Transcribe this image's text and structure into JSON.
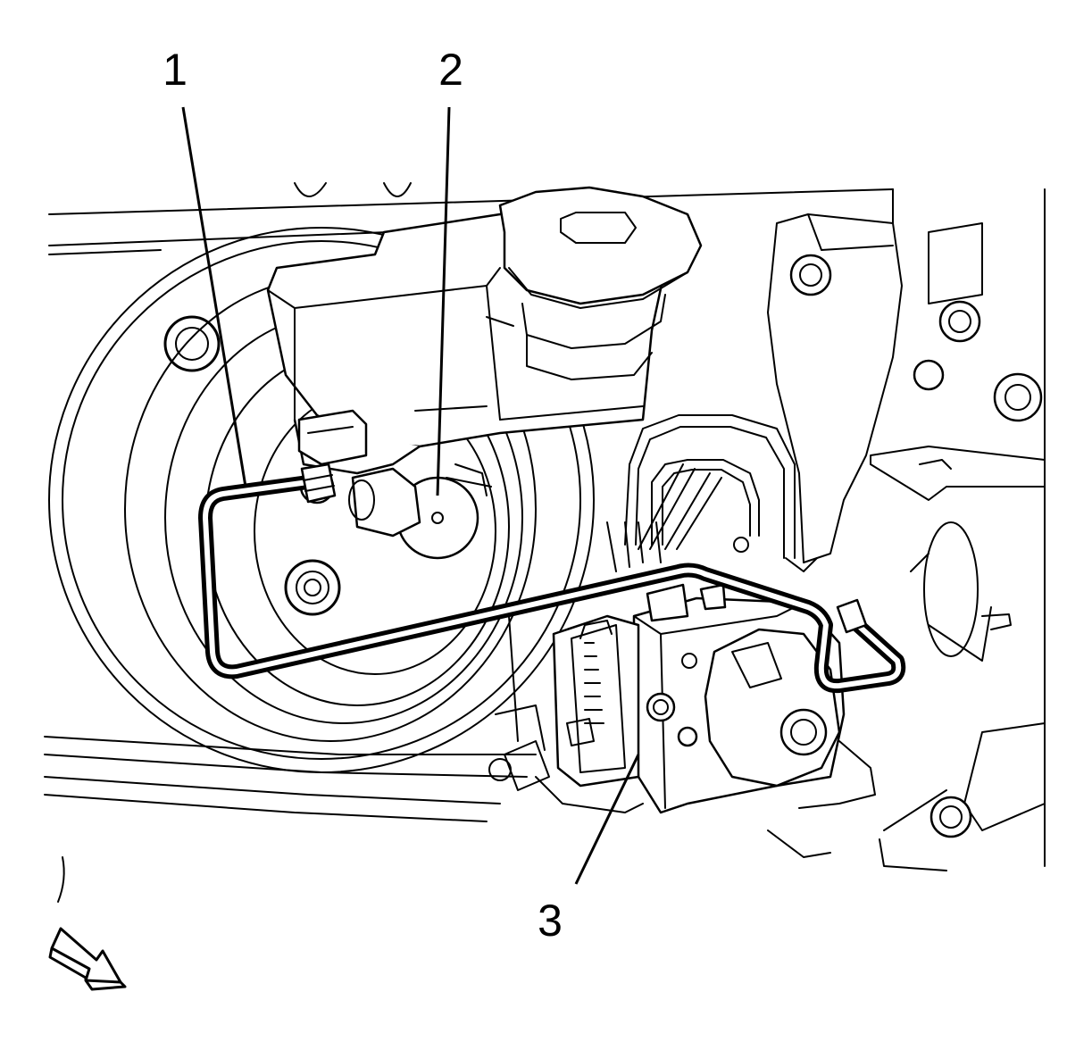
{
  "callouts": [
    {
      "id": "1",
      "label": "1"
    },
    {
      "id": "2",
      "label": "2"
    },
    {
      "id": "3",
      "label": "3"
    }
  ],
  "colors": {
    "line": "#000000",
    "background": "#ffffff"
  },
  "icons": {
    "view_direction": "view-direction-arrow-icon"
  }
}
